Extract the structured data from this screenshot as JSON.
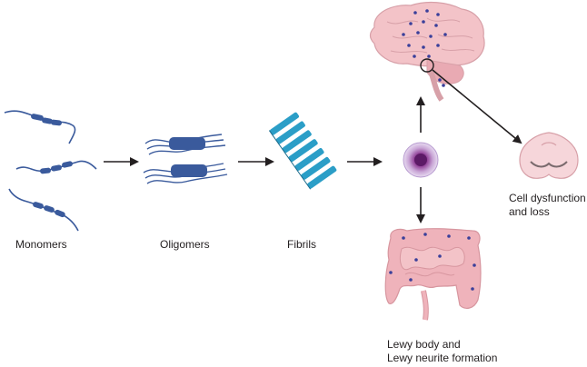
{
  "stages": {
    "monomers": "Monomers",
    "oligomers": "Oligomers",
    "fibrils": "Fibrils"
  },
  "outcomes": {
    "cell_line1": "Cell dysfunction",
    "cell_line2": "and loss",
    "lewy_line1": "Lewy body and",
    "lewy_line2": "Lewy neurite formation"
  },
  "colors": {
    "protein_blue": "#3a5a9c",
    "fibril_teal": "#2b9ec7",
    "arrow": "#231f20",
    "brain_pink": "#f3c3c8",
    "gut_pink": "#efb3bb",
    "lewy_body_purple": "#7a2f86"
  },
  "icons": [
    "brain-icon",
    "intestine-icon",
    "lewy-body-cell-icon",
    "brainstem-section-icon"
  ]
}
